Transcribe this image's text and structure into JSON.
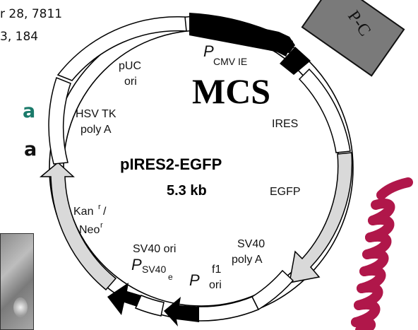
{
  "references": {
    "line1": "r 28, 7811",
    "line2": "3, 184"
  },
  "left_cut_text": {
    "line1": "a",
    "line2": "a",
    "line1_color": "#1a7a6a",
    "line2_color": "#111111"
  },
  "plasmid": {
    "name": "pIRES2-EGFP",
    "size": "5.3 kb",
    "mcs_label": "MCS",
    "tag_label": "P-C",
    "features": {
      "pcmv_p": "P",
      "pcmv_sub": "CMV IE",
      "ires": "IRES",
      "egfp": "EGFP",
      "sv40_polya_1": "SV40",
      "sv40_polya_2": "poly A",
      "f1_ori_1": "f1",
      "f1_ori_2": "ori",
      "p_label": "P",
      "sv40_ori": "SV40 ori",
      "psv40_p": "P",
      "psv40_sub": "SV40",
      "psv40_e": "e",
      "kan_1": "Kan",
      "kan_sup": "r",
      "kan_slash": "/",
      "neo_1": "Neo",
      "neo_sup": "r",
      "hsv_1": "HSV TK",
      "hsv_2": "poly A",
      "puc_1": "pUC",
      "puc_2": "ori"
    }
  },
  "colors": {
    "black": "#000000",
    "light_gray": "#d9d9d9",
    "tag_gray": "#7a7a7a",
    "helix": "#b0174a"
  }
}
